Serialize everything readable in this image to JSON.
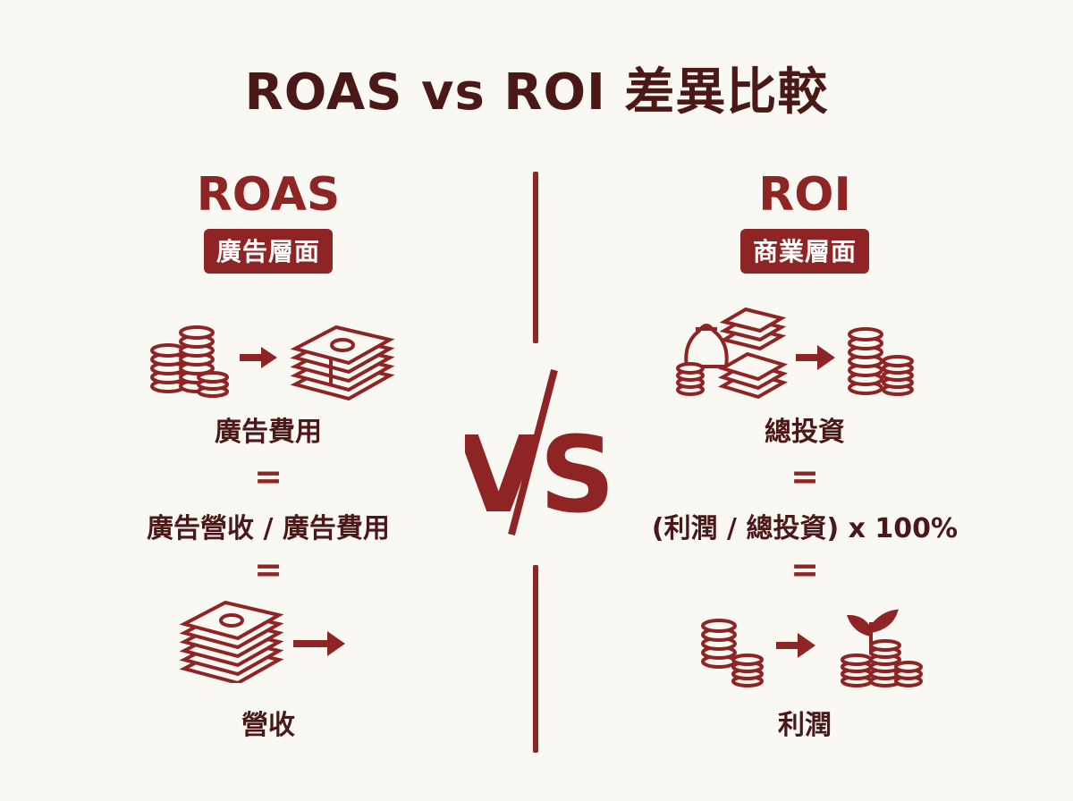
{
  "title": "ROAS vs ROI 差異比較",
  "vs_label": "VS",
  "left": {
    "heading": "ROAS",
    "badge": "廣告層面",
    "input_label": "廣告費用",
    "equals_1": "=",
    "formula": "廣告營收 / 廣告費用",
    "equals_2": "=",
    "output_label": "營收"
  },
  "right": {
    "heading": "ROI",
    "badge": "商業層面",
    "input_label": "總投資",
    "equals_1": "=",
    "formula": "(利潤 / 總投資) x 100%",
    "equals_2": "=",
    "output_label": "利潤"
  },
  "colors": {
    "primary": "#8f2424",
    "dark_text": "#4b1818",
    "background": "#faf8f3"
  },
  "icons": {
    "left_input": [
      "coin-stacks-icon",
      "arrow-right-icon",
      "cash-stack-icon"
    ],
    "left_output": [
      "cash-stack-icon",
      "arrow-right-icon"
    ],
    "right_input": [
      "money-bag-icon",
      "arrow-right-icon",
      "coin-stacks-icon"
    ],
    "right_output": [
      "coin-stacks-icon",
      "arrow-right-icon",
      "plant-coins-icon"
    ]
  }
}
